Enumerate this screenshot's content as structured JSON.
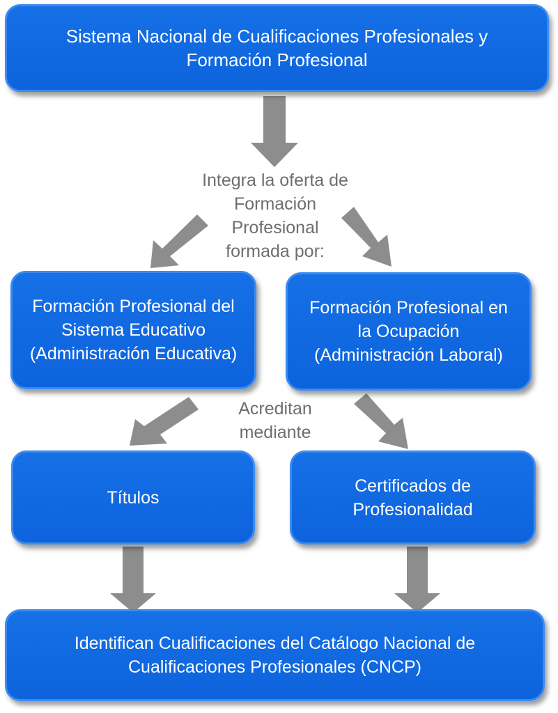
{
  "diagram": {
    "top_box": {
      "lines": [
        "Sistema Nacional de Cualificaciones Profesionales y",
        "Formación Profesional"
      ]
    },
    "integra_label": {
      "lines": [
        "Integra la oferta de",
        "Formación",
        "Profesional",
        "formada por:"
      ]
    },
    "left_box": {
      "lines": [
        "Formación Profesional del",
        "Sistema Educativo",
        "(Administración Educativa)"
      ]
    },
    "right_box": {
      "lines": [
        "Formación Profesional en",
        "la Ocupación",
        "(Administración Laboral)"
      ]
    },
    "acreditan_label": {
      "lines": [
        "Acreditan",
        "mediante"
      ]
    },
    "titulos_box": {
      "lines": [
        "Títulos"
      ]
    },
    "certificados_box": {
      "lines": [
        "Certificados de",
        "Profesionalidad"
      ]
    },
    "bottom_box": {
      "lines": [
        "Identifican Cualificaciones del Catálogo Nacional de",
        "Cualificaciones Profesionales (CNCP)"
      ]
    },
    "colors": {
      "box_fill": "#0d63dc",
      "box_border": "#3d8bf0",
      "arrow": "#8d8d8d",
      "label_text": "#6e6e6e"
    }
  }
}
